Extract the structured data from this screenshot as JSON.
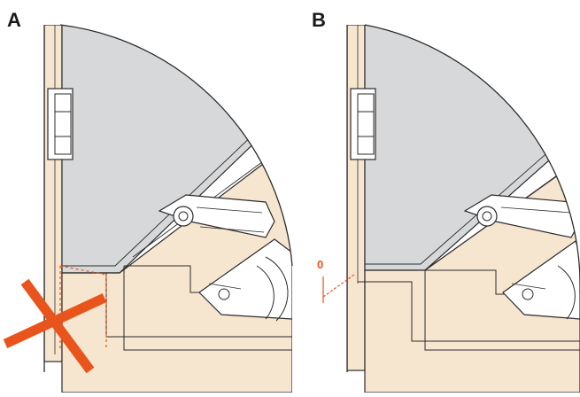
{
  "panels": [
    {
      "label": "A",
      "status": "incorrect",
      "marker_icon": "red-cross-icon"
    },
    {
      "label": "B",
      "status": "correct",
      "offset_text": "0"
    }
  ],
  "colors": {
    "wood": "#f7e6cf",
    "door": "#d7d8d9",
    "outline": "#2b2b2b",
    "accent": "#e8541c",
    "hardware": "#ffffff"
  }
}
